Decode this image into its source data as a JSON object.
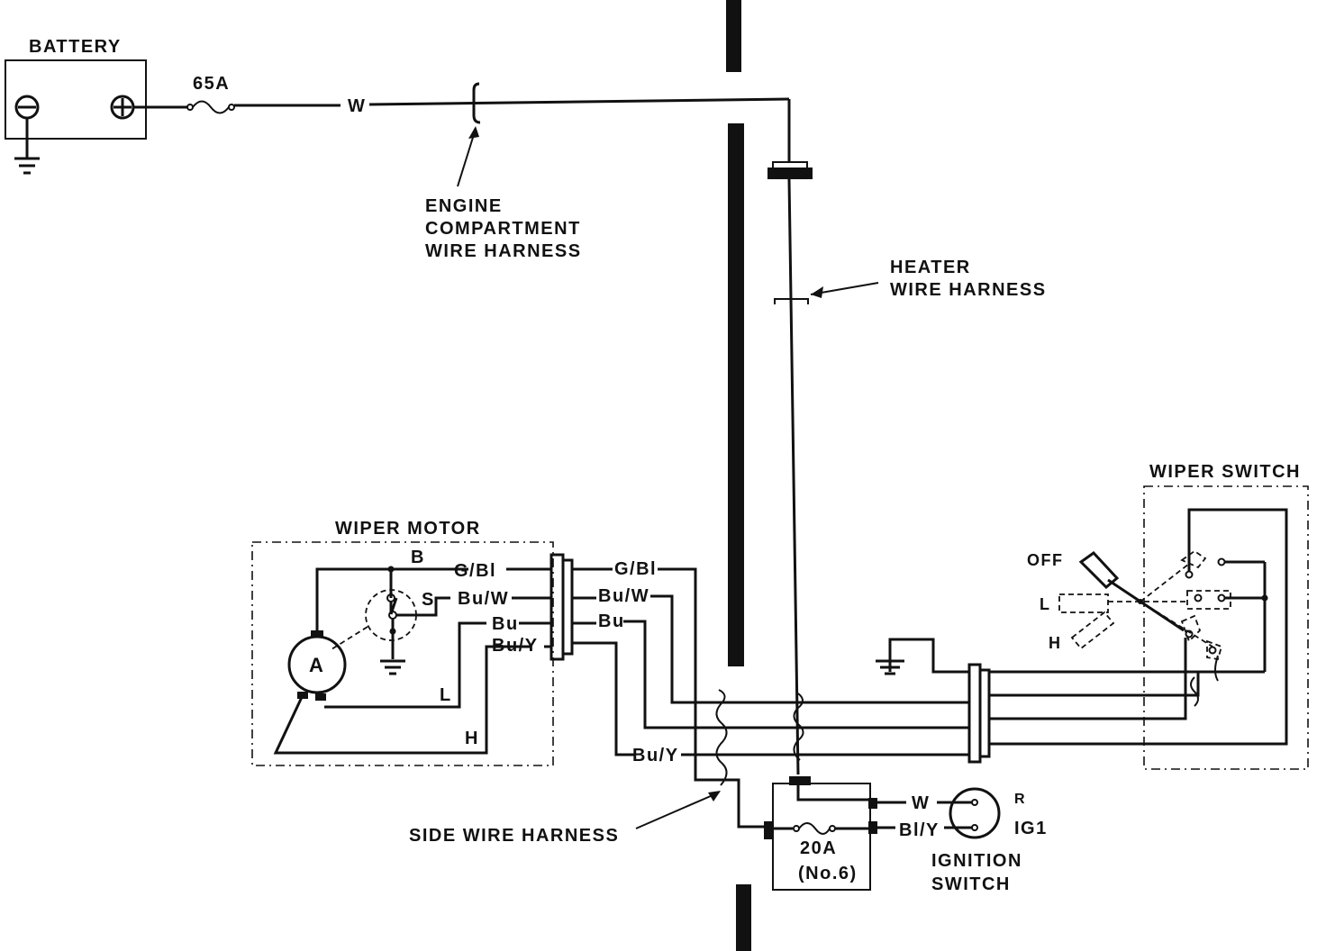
{
  "components": {
    "battery": "BATTERY",
    "fuse_main": "65A",
    "engine_harness": [
      "ENGINE",
      "COMPARTMENT",
      "WIRE HARNESS"
    ],
    "heater_harness": [
      "HEATER",
      "WIRE HARNESS"
    ],
    "wiper_motor": "WIPER MOTOR",
    "motor_symbol": "A",
    "wiper_switch": "WIPER SWITCH",
    "side_harness": "SIDE WIRE HARNESS",
    "fuse_box": [
      "20A",
      "(No.6)"
    ],
    "ignition_switch": [
      "IGNITION",
      "SWITCH"
    ]
  },
  "wires": {
    "battery_out": "W",
    "motor_b_terminal": "B",
    "motor_s_terminal": "S",
    "motor_gbl": "G/Bl",
    "motor_buw": "Bu/W",
    "motor_bu": "Bu",
    "motor_buy": "Bu/Y",
    "motor_l": "L",
    "motor_h": "H",
    "harness_gbl": "G/Bl",
    "harness_buw": "Bu/W",
    "harness_bu": "Bu",
    "harness_buy": "Bu/Y",
    "ign_w": "W",
    "ign_bly": "Bl/Y",
    "ign_r": "R",
    "ign_ig1": "IG1"
  },
  "switch_positions": [
    "OFF",
    "L",
    "H"
  ]
}
